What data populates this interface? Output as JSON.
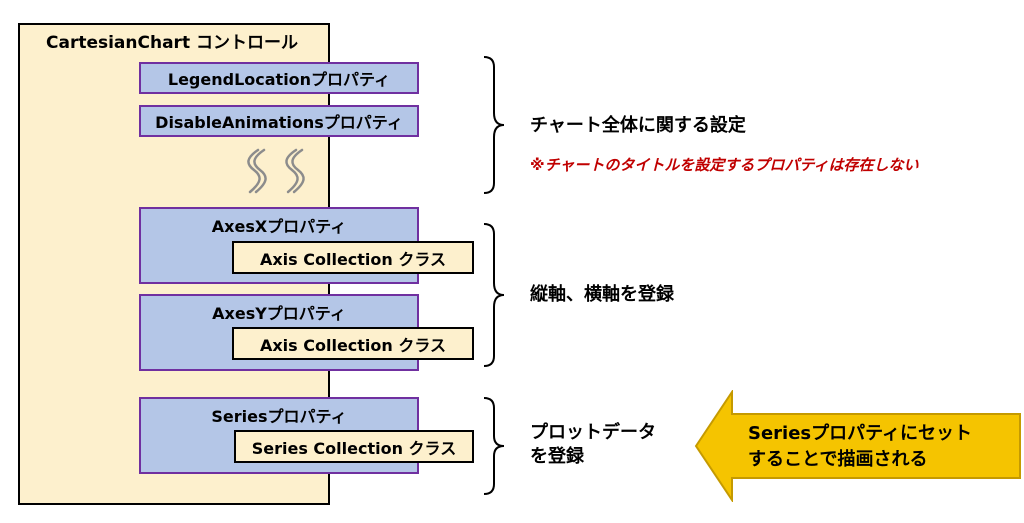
{
  "control": {
    "title": "CartesianChart コントロール"
  },
  "properties": {
    "legend_location": "LegendLocationプロパティ",
    "disable_animations": "DisableAnimationsプロパティ",
    "axes_x": "AxesXプロパティ",
    "axes_y": "AxesYプロパティ",
    "series": "Seriesプロパティ"
  },
  "classes": {
    "axis_collection_x": "Axis Collection クラス",
    "axis_collection_y": "Axis Collection クラス",
    "series_collection": "Series Collection クラス"
  },
  "annotations": {
    "chart_settings": "チャート全体に関する設定",
    "title_note": "※チャートのタイトルを設定するプロパティは存在しない",
    "axes_register_label": "縦軸、横軸を登録",
    "plot_data_line1": "プロットデータ",
    "plot_data_line2": "を登録",
    "series_set_line1": "Seriesプロパティにセット",
    "series_set_line2": "することで描画される"
  },
  "colors": {
    "control_fill": "#fdf0cd",
    "property_fill": "#b4c6e7",
    "property_border": "#7030a0",
    "note_text": "#c00000",
    "arrow_fill": "#f5c400",
    "arrow_border": "#c59a00"
  },
  "icons": {
    "omission_mark": "wavy-omission-icon",
    "arrow": "left-block-arrow-icon",
    "brace": "right-curly-brace-icon"
  }
}
